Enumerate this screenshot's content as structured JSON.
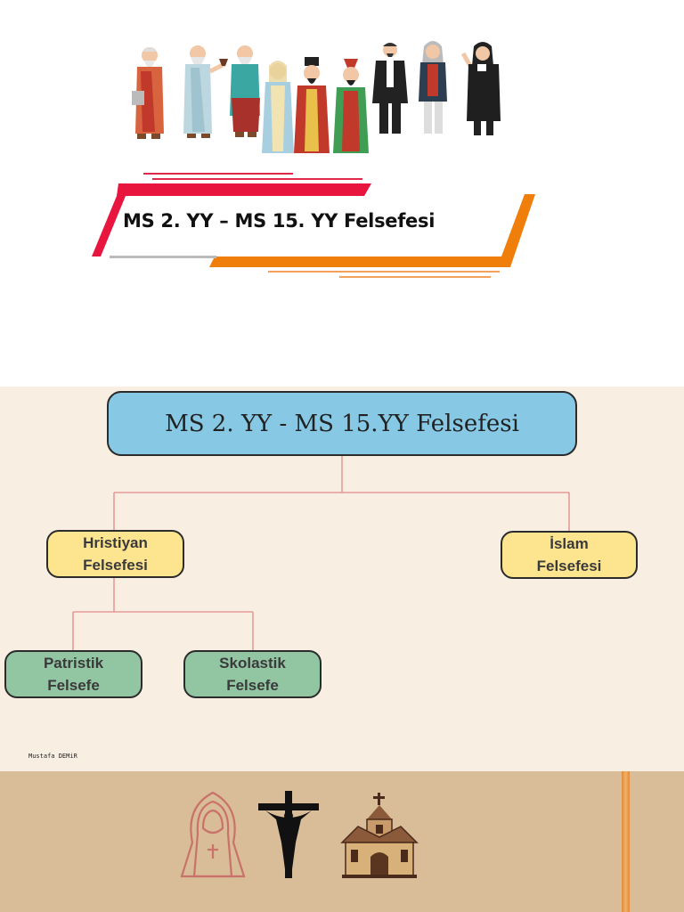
{
  "header": {
    "title": "MS 2. YY – MS 15. YY Felsefesi"
  },
  "diagram": {
    "root": {
      "label": "MS 2. YY - MS 15.YY Felsefesi"
    },
    "branches": [
      {
        "label_line1": "Hristiyan",
        "label_line2": "Felsefesi",
        "children": [
          {
            "label_line1": "Patristik",
            "label_line2": "Felsefe"
          },
          {
            "label_line1": "Skolastik",
            "label_line2": "Felsefe"
          }
        ]
      },
      {
        "label_line1": "İslam",
        "label_line2": "Felsefesi"
      }
    ]
  },
  "footer": {
    "signature": "Mustafa DEMiR"
  },
  "colors": {
    "root_fill": "#87c9e4",
    "branch_fill": "#fde590",
    "leaf_fill": "#92c6a2",
    "connector": "#e79a9a",
    "middle_bg": "#f8efe2",
    "bottom_bg": "#d9bc98"
  },
  "icons": [
    "philosophers-illustration",
    "nun-icon",
    "crucifix-icon",
    "church-icon"
  ]
}
